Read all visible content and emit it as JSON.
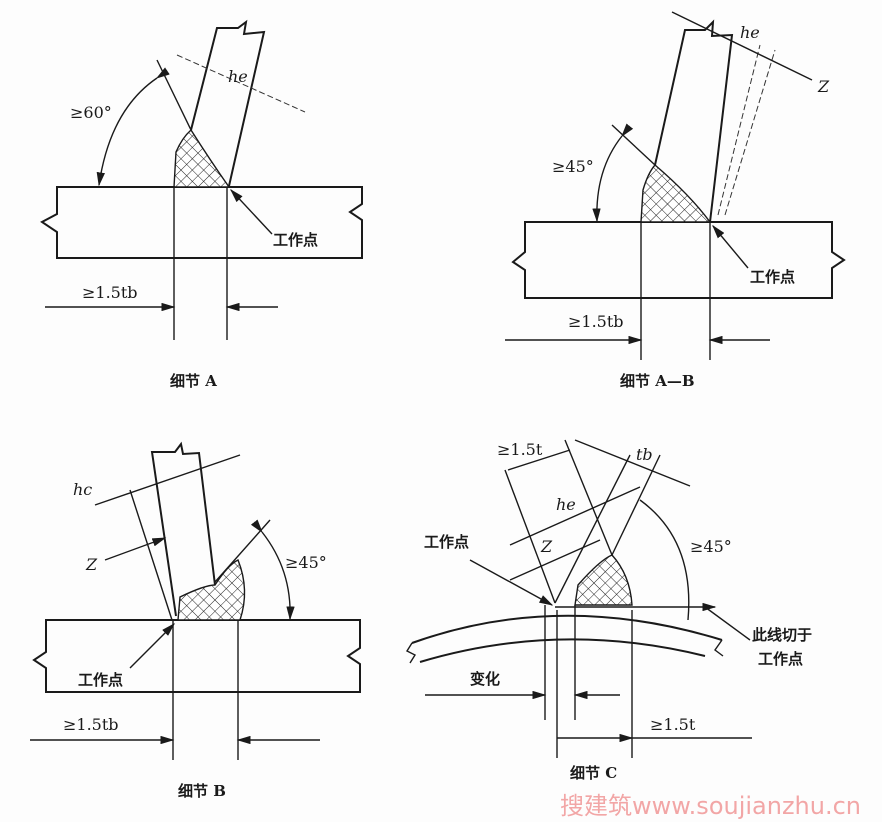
{
  "detail_a": {
    "caption": "细节 A",
    "angle": "≥60°",
    "throat": "he",
    "work_point": "工作点",
    "min_dim": "≥1.5tb"
  },
  "detail_ab": {
    "caption": "细节 A—B",
    "angle": "≥45°",
    "throat": "he",
    "z": "Z",
    "work_point": "工作点",
    "min_dim": "≥1.5tb"
  },
  "detail_b": {
    "caption": "细节 B",
    "angle": "≥45°",
    "throat": "hc",
    "z": "Z",
    "work_point": "工作点",
    "min_dim": "≥1.5tb"
  },
  "detail_c": {
    "caption": "细节 C",
    "top_dim": "≥1.5t",
    "tb": "tb",
    "throat": "he",
    "z": "Z",
    "work_point": "工作点",
    "angle": "≥45°",
    "tangent_note_1": "此线切于",
    "tangent_note_2": "工作点",
    "change": "变化",
    "min_dim": "≥1.5t"
  },
  "watermark": "搜建筑www.soujianzhu.cn"
}
